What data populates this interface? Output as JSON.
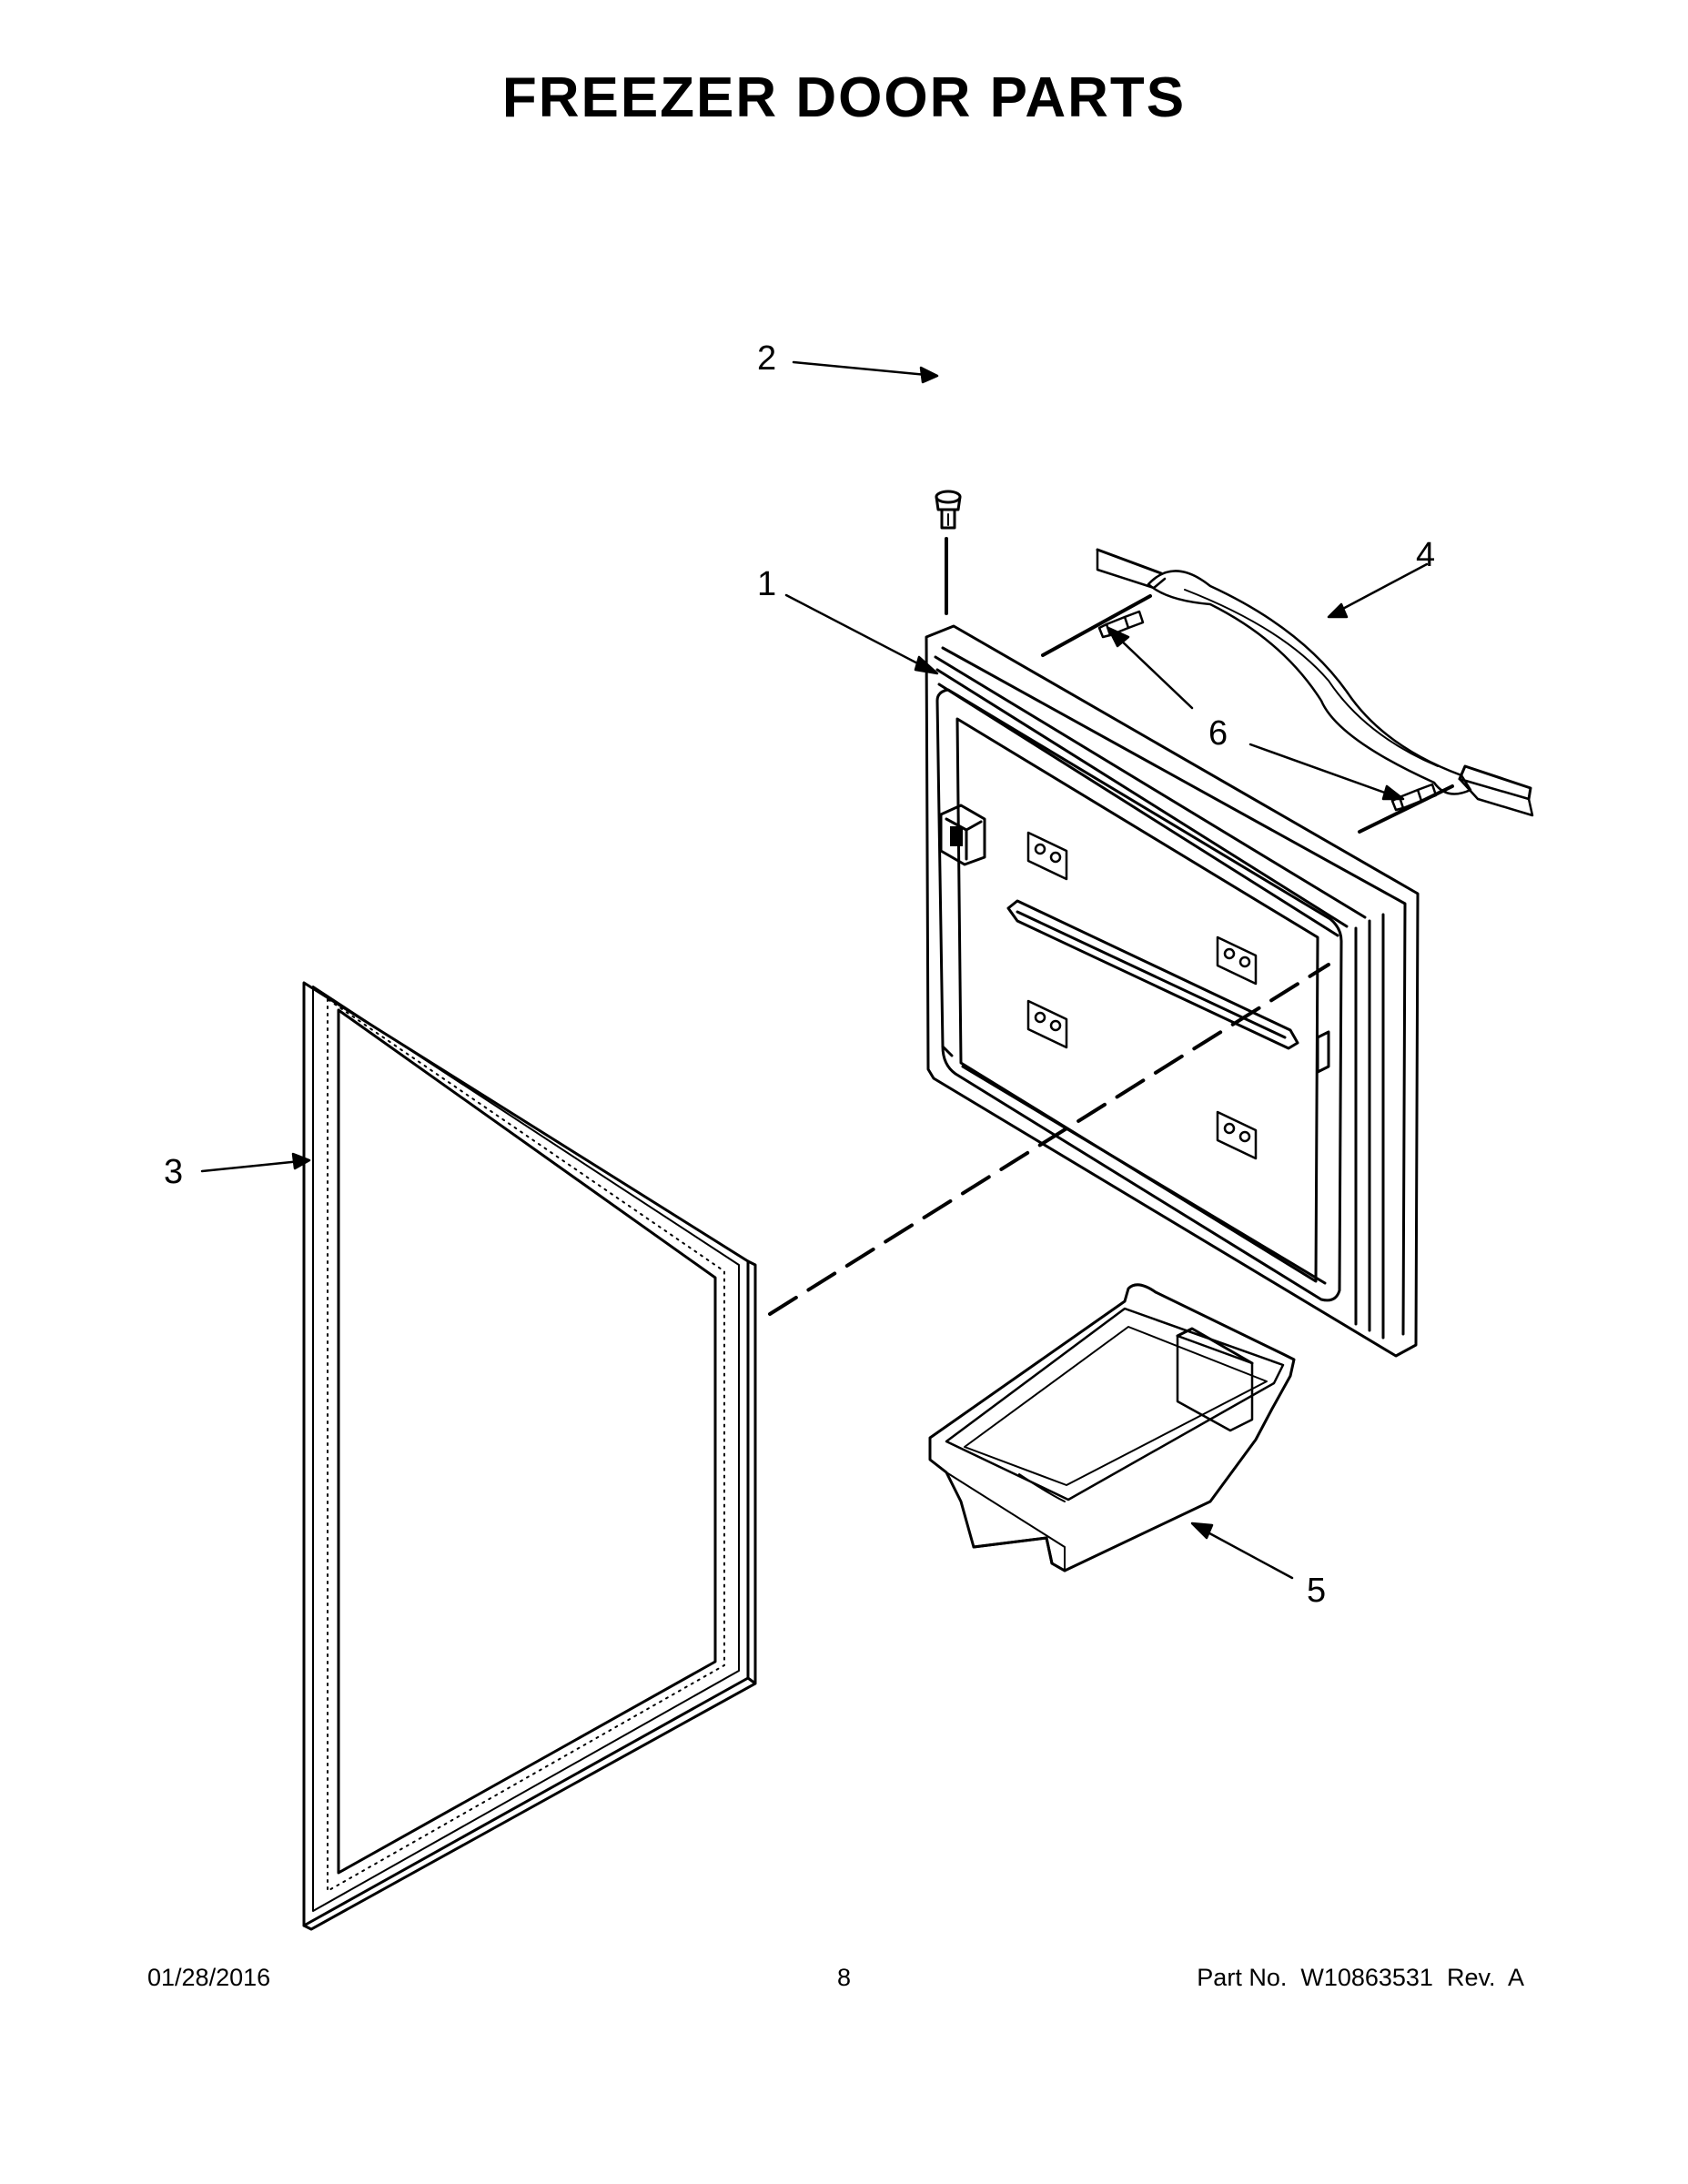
{
  "page": {
    "title": "FREEZER DOOR PARTS"
  },
  "callouts": [
    "1",
    "2",
    "3",
    "4",
    "5",
    "6"
  ],
  "footer": {
    "date": "01/28/2016",
    "page_number": "8",
    "part_info": "Part No.  W10863531  Rev.  A"
  }
}
